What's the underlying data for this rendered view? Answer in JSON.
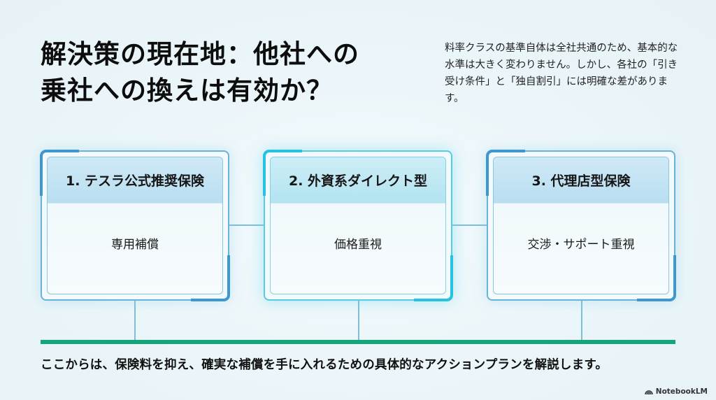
{
  "header": {
    "title_line1": "解決策の現在地：他社への",
    "title_line2": "乗社への換えは有効か？",
    "description": "料率クラスの基準自体は全社共通のため、基本的な水準は大きく変わりません。しかし、各社の「引き受け条件」と「独自割引」には明確な差があります。"
  },
  "cards": [
    {
      "heading": "1. テスラ公式推奨保険",
      "body": "専用補償",
      "accent": "#3f97cf"
    },
    {
      "heading": "2. 外資系ダイレクト型",
      "body": "価格重視",
      "accent": "#27c2df"
    },
    {
      "heading": "3. 代理店型保険",
      "body": "交渉・サポート重視",
      "accent": "#3f97cf"
    }
  ],
  "footer": {
    "summary": "ここからは、保険料を抑え、確実な補償を手に入れるための具体的なアクションプランを解説します。",
    "bar_color": "#18a47a",
    "brand": "NotebookLM"
  }
}
